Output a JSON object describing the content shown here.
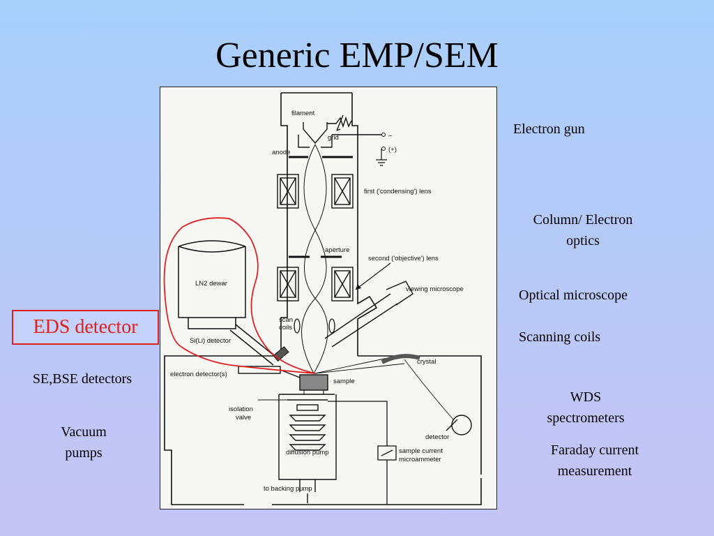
{
  "title": "Generic EMP/SEM",
  "callouts": {
    "electron_gun": "Electron gun",
    "column_line1": "Column/ Electron",
    "column_line2": "optics",
    "optical_microscope": "Optical microscope",
    "scanning_coils": "Scanning coils",
    "eds_detector": "EDS detector",
    "se_bse": "SE,BSE detectors",
    "vacuum_line1": "Vacuum",
    "vacuum_line2": "pumps",
    "wds_line1": "WDS",
    "wds_line2": "spectrometers",
    "faraday_line1": "Faraday current",
    "faraday_line2": "measurement"
  },
  "figure_labels": {
    "filament": "filament",
    "grid": "grid",
    "minus": "–",
    "plus": "(+)",
    "anode": "anode",
    "first_lens": "first ('condensing') lens",
    "aperture": "aperture",
    "second_lens": "second ('objective') lens",
    "ln2_dewar": "LN2 dewar",
    "viewing_microscope": "viewing microscope",
    "scan_coils_1": "scan",
    "scan_coils_2": "coils",
    "sili_detector": "Si(Li) detector",
    "crystal": "crystal",
    "electron_detector": "electron detector(s)",
    "sample": "sample",
    "isolation_valve_1": "isolation",
    "isolation_valve_2": "valve",
    "detector": "detector",
    "diffusion_pump": "diffusion pump",
    "sample_current_1": "sample current",
    "sample_current_2": "microammeter",
    "backing_pump": "to backing pump"
  },
  "colors": {
    "eds_highlight": "#e02020",
    "background_top": "#a9cffb",
    "background_bottom": "#c6c4f6"
  }
}
